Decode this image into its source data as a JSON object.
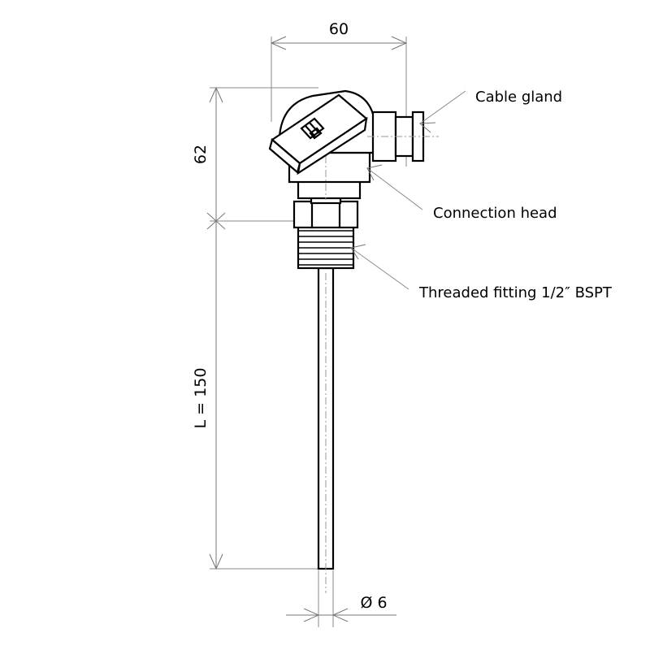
{
  "drawing": {
    "title": "Temperature probe with connection head - dimensional drawing",
    "type": "technical-drawing",
    "units": "mm",
    "background_color": "#ffffff",
    "line_color": "#000000",
    "dimension_color": "#777777"
  },
  "dimensions": {
    "width_top": {
      "value": "60",
      "orientation": "horizontal",
      "describes": "connection head overall width"
    },
    "head_height": {
      "value": "62",
      "orientation": "vertical-rotated",
      "describes": "connection head height"
    },
    "insertion_length": {
      "value": "L = 150",
      "orientation": "vertical-rotated",
      "describes": "probe stem insertion length"
    },
    "stem_diameter": {
      "value": "Ø 6",
      "orientation": "horizontal",
      "describes": "probe stem diameter"
    }
  },
  "callouts": [
    {
      "id": "cable-gland",
      "label": "Cable gland"
    },
    {
      "id": "connection-head",
      "label": "Connection head"
    },
    {
      "id": "threaded-fitting",
      "label": "Threaded fitting 1/2″ BSPT"
    }
  ],
  "components": {
    "lid": "angled-hinged-lid",
    "head_body": "domed-connection-head",
    "neck": "neck-collar",
    "flange": "flange-band",
    "washer": "thin-washer",
    "hex_nut": "hexagonal-nut",
    "thread": "tapered-male-thread",
    "stem": "probe-stem"
  }
}
